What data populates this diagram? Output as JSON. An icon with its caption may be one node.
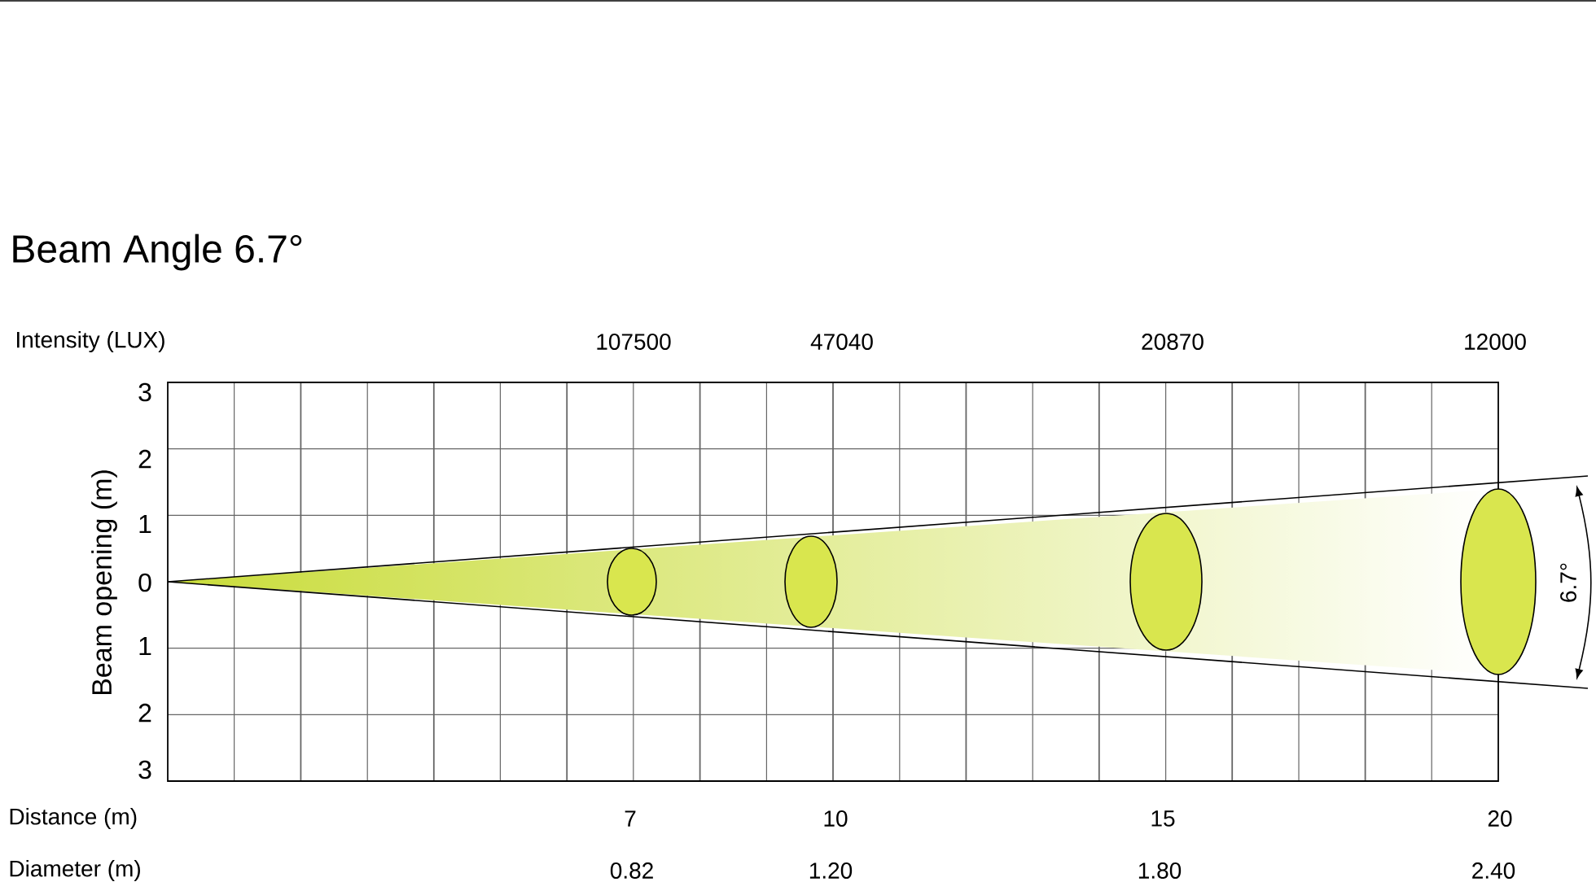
{
  "diagram": {
    "title": "Beam Angle 6.7°",
    "labels": [
      "Intensity (LUX)",
      "107500",
      "47040",
      "20870",
      "12000",
      "3",
      "2",
      "1",
      "0",
      "1",
      "2",
      "3",
      "Beam opening (m)",
      "6.7°",
      "Distance (m)",
      "7",
      "10",
      "15",
      "20",
      "Diameter (m)",
      "0.82",
      "1.20",
      "1.80",
      "2.40"
    ]
  }
}
